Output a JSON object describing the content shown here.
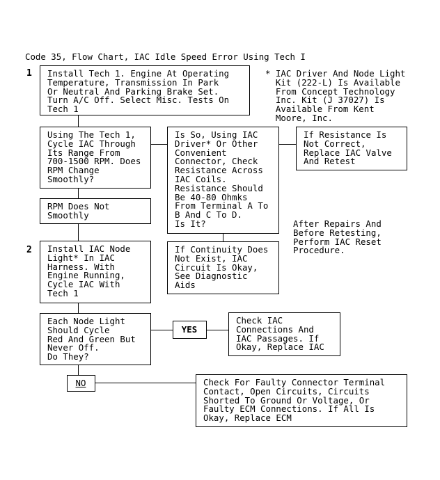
{
  "title": "Code 35, Flow Chart, IAC Idle Speed Error Using Tech I",
  "step_numbers": {
    "step1": "1",
    "step2": "2"
  },
  "boxes": {
    "install_tech": "Install Tech 1. Engine At Operating\nTemperature, Transmission In Park\nOr Neutral And Parking Brake Set.\nTurn A/C Off. Select Misc. Tests On\nTech 1",
    "cycle_iac": "Using The Tech 1,\nCycle IAC Through\nIts Range From\n700-1500 RPM. Does\nRPM Change\nSmoothly?",
    "rpm_not_smooth": "RPM Does Not\nSmoothly",
    "check_resistance": "Is So, Using IAC\nDriver* Or Other\nConvenient\nConnector, Check\nResistance Across\nIAC Coils.\nResistance Should\nBe 40-80 Ohmks\nFrom Terminal A To\nB And C To D.\nIs It?",
    "resistance_incorrect": "If Resistance Is\nNot Correct,\nReplace IAC Valve\nAnd Retest",
    "continuity": "If Continuity Does\nNot Exist, IAC\nCircuit Is Okay,\nSee Diagnostic\nAids",
    "install_node_light": "Install IAC Node\nLight* In IAC\nHarness. With\nEngine Running,\nCycle IAC With\nTech 1",
    "node_light_cycle": "Each Node Light\nShould Cycle\nRed And Green But\nNever Off.\nDo They?",
    "yes_label": "YES",
    "check_iac_connections": "Check IAC\nConnections And\nIAC Passages. If\nOkay, Replace IAC",
    "no_label": "NO",
    "check_faulty": "Check For Faulty Connector Terminal\nContact, Open Circuits, Circuits\nShorted To Ground Or Voltage, Or\nFaulty ECM Connections. If All Is\nOkay, Replace ECM"
  },
  "notes": {
    "driver_kit": "* IAC Driver And Node Light\n  Kit (222-L) Is Available\n  From Concept Technology\n  Inc. Kit (J 37027) Is\n  Available From Kent\n  Moore, Inc.",
    "after_repairs": "After Repairs And\nBefore Retesting,\nPerform IAC Reset\nProcedure."
  }
}
